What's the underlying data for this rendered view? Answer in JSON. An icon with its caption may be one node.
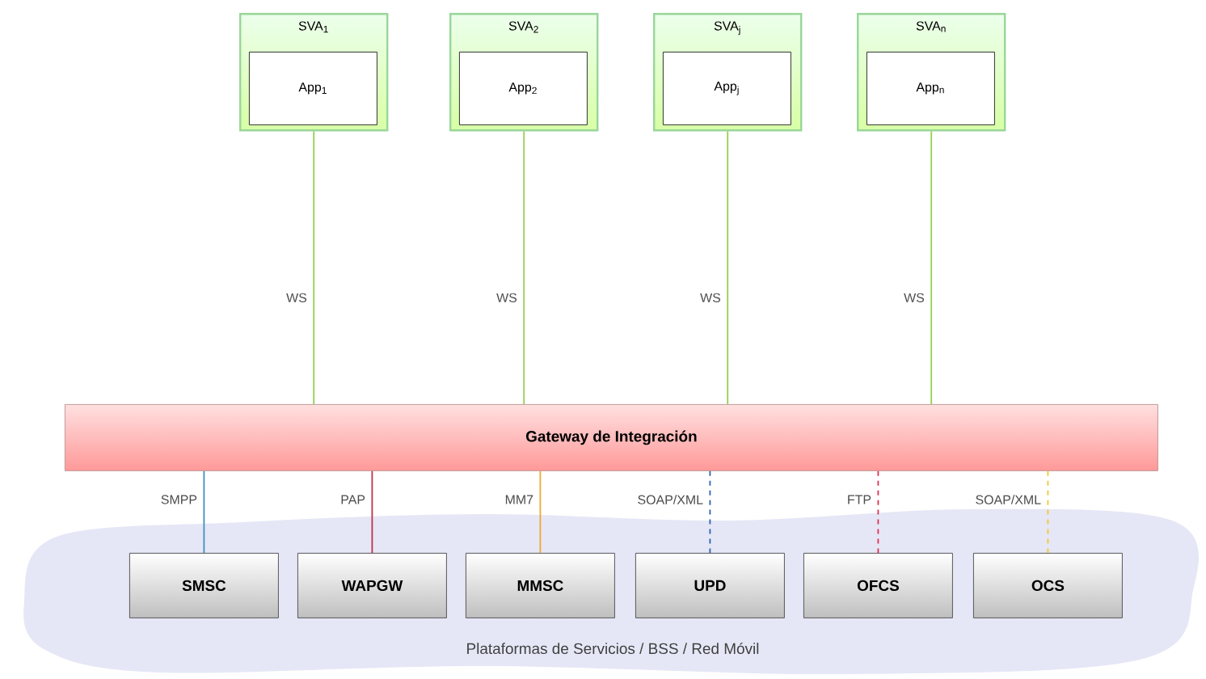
{
  "diagram": {
    "nodes": [
      {
        "text": [
          "SVA$_{1}$"
        ]
      },
      {
        "text": [
          "App$_{1}$"
        ],
        "in": 0
      },
      {
        "text": [
          "SVA$_{2}$"
        ]
      },
      {
        "text": [
          "App$_{2}$"
        ],
        "in": 2
      },
      {
        "text": [
          "SVA$_{j}$"
        ]
      },
      {
        "text": [
          "App$_{j}$"
        ],
        "in": 4
      },
      {
        "text": [
          "SVA$_{n}$"
        ]
      },
      {
        "text": [
          "App$_{n}$"
        ],
        "in": 6
      },
      {
        "text": [
          "Gateway de Integración"
        ]
      },
      {
        "text": [
          "Plataformas de Servicios / BSS / Red Móvil"
        ]
      },
      {
        "text": [
          "SMSC"
        ],
        "in": 9
      },
      {
        "text": [
          "WAPGW"
        ],
        "in": 9
      },
      {
        "text": [
          "MMSC"
        ],
        "in": 9
      },
      {
        "text": [
          "UPD"
        ],
        "in": 9
      },
      {
        "text": [
          "OFCS"
        ],
        "in": 9
      },
      {
        "text": [
          "OCS"
        ],
        "in": 9
      }
    ],
    "edges": [
      {
        "from": 0,
        "to": 8,
        "arrow": "none",
        "label": "WS",
        "color": "#92d050"
      },
      {
        "from": 2,
        "to": 8,
        "arrow": "none",
        "label": "WS",
        "color": "#92d050"
      },
      {
        "from": 4,
        "to": 8,
        "arrow": "none",
        "label": "WS",
        "color": "#92d050"
      },
      {
        "from": 6,
        "to": 8,
        "arrow": "none",
        "label": "WS",
        "color": "#92d050"
      },
      {
        "from": 8,
        "to": 10,
        "arrow": "none",
        "label": "SMPP",
        "color": "#3f8fbf"
      },
      {
        "from": 8,
        "to": 11,
        "arrow": "none",
        "label": "PAP",
        "color": "#c0304a"
      },
      {
        "from": 8,
        "to": 12,
        "arrow": "none",
        "label": "MM7",
        "color": "#f0a830"
      },
      {
        "from": 8,
        "to": 13,
        "arrow": "none",
        "label": "SOAP/XML",
        "style": "dashed",
        "color": "#3060b0"
      },
      {
        "from": 8,
        "to": 14,
        "arrow": "none",
        "label": "FTP",
        "style": "dashed",
        "color": "#e03050"
      },
      {
        "from": 8,
        "to": 15,
        "arrow": "none",
        "label": "SOAP/XML",
        "style": "dashed",
        "color": "#f0c830"
      }
    ]
  }
}
